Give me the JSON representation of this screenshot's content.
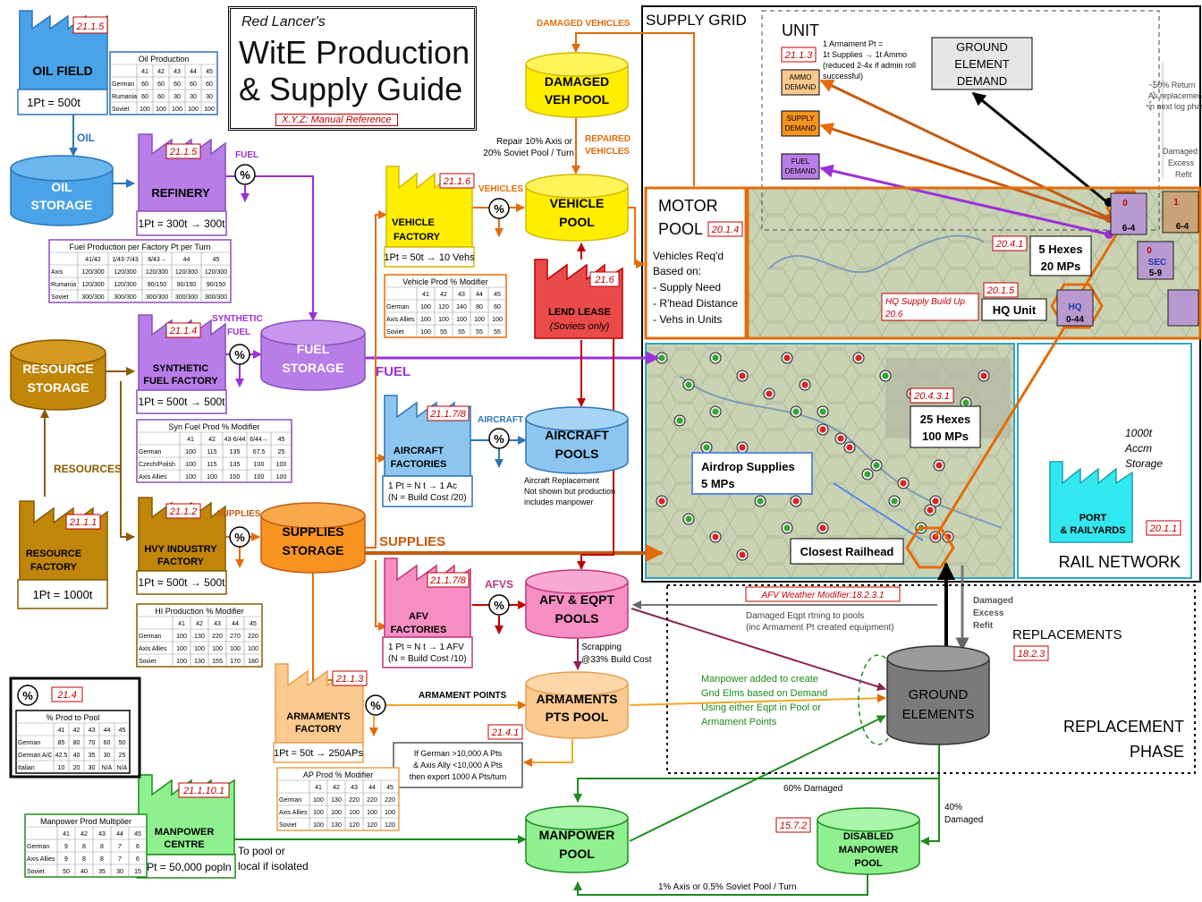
{
  "title": {
    "byline": "Red Lancer's",
    "line1": "WitE Production",
    "line2": "& Supply Guide",
    "reference_note": "X.Y.Z: Manual Reference"
  },
  "nodes": {
    "oil_field": {
      "label": "OIL FIELD",
      "ref": "21.1.5",
      "rate": "1Pt = 500t"
    },
    "oil_storage": {
      "label1": "OIL",
      "label2": "STORAGE"
    },
    "refinery": {
      "label": "REFINERY",
      "ref": "21.1.5",
      "rate": "1Pt = 300t → 300t"
    },
    "resource_storage": {
      "label1": "RESOURCE",
      "label2": "STORAGE"
    },
    "synthetic_fuel_factory": {
      "label1": "SYNTHETIC",
      "label2": "FUEL FACTORY",
      "ref": "21.1.4",
      "rate": "1Pt = 500t → 500t"
    },
    "fuel_storage": {
      "label1": "FUEL",
      "label2": "STORAGE"
    },
    "resource_factory": {
      "label1": "RESOURCE",
      "label2": "FACTORY",
      "ref": "21.1.1",
      "rate": "1Pt = 1000t"
    },
    "hvy_industry_factory": {
      "label1": "HVY INDUSTRY",
      "label2": "FACTORY",
      "ref": "21.1.2",
      "rate": "1Pt = 500t → 500t"
    },
    "supplies_storage": {
      "label1": "SUPPLIES",
      "label2": "STORAGE"
    },
    "armaments_factory": {
      "label1": "ARMAMENTS",
      "label2": "FACTORY",
      "ref": "21.1.3",
      "rate": "1Pt = 50t → 250APs"
    },
    "manpower_centre": {
      "label1": "MANPOWER",
      "label2": "CENTRE",
      "ref": "21.1.10.1",
      "rate": "1Pt = 50,000 popln"
    },
    "vehicle_factory": {
      "label1": "VEHICLE",
      "label2": "FACTORY",
      "ref": "21.1.6",
      "rate": "1Pt = 50t → 10 Vehs"
    },
    "damaged_veh_pool": {
      "label1": "DAMAGED",
      "label2": "VEH POOL"
    },
    "vehicle_pool": {
      "label1": "VEHICLE",
      "label2": "POOL"
    },
    "lend_lease": {
      "label1": "LEND LEASE",
      "label2": "(Soviets only)",
      "ref": "21.6"
    },
    "aircraft_factories": {
      "label1": "AIRCRAFT",
      "label2": "FACTORIES",
      "ref": "21.1.7/8",
      "rate1": "1 Pt = N t → 1 Ac",
      "rate2": "(N = Build Cost /20)"
    },
    "aircraft_pools": {
      "label1": "AIRCRAFT",
      "label2": "POOLS"
    },
    "afv_factories": {
      "label1": "AFV",
      "label2": "FACTORIES",
      "ref": "21.1.7/8",
      "rate1": "1 Pt = N t → 1 AFV",
      "rate2": "(N = Build Cost /10)"
    },
    "afv_eqpt_pools": {
      "label1": "AFV & EQPT",
      "label2": "POOLS"
    },
    "armaments_pts_pool": {
      "label1": "ARMAMENTS",
      "label2": "PTS POOL"
    },
    "manpower_pool": {
      "label1": "MANPOWER",
      "label2": "POOL"
    },
    "disabled_manpower_pool": {
      "label1": "DISABLED",
      "label2": "MANPOWER",
      "label3": "POOL",
      "ref": "15.7.2"
    },
    "ground_elements": {
      "label1": "GROUND",
      "label2": "ELEMENTS"
    },
    "port_railyards": {
      "label1": "PORT",
      "label2": "& RAILYARDS",
      "ref": "20.1.1"
    }
  },
  "flow_labels": {
    "oil": "OIL",
    "fuel_small": "FUEL",
    "synthetic": "SYNTHETIC",
    "synthetic_fuel": "FUEL",
    "fuel_big": "FUEL",
    "resources": "RESOURCES",
    "supplies_small": "SUPPLIES",
    "supplies_big": "SUPPLIES",
    "vehicles": "VEHICLES",
    "aircraft": "AIRCRAFT",
    "afvs": "AFVS",
    "armament_points": "ARMAMENT POINTS",
    "damaged_vehicles": "DAMAGED VEHICLES",
    "repaired_1": "REPAIRED",
    "repaired_2": "VEHICLES",
    "repair_1": "Repair 10% Axis or",
    "repair_2": "20% Soviet Pool / Turn",
    "to_pool_1": "To pool or",
    "to_pool_2": "local if isolated",
    "percent_symbol": "%"
  },
  "notes": {
    "aircraft_repl_1": "Aircraft Replacement",
    "aircraft_repl_2": "Not shown but production",
    "aircraft_repl_3": "includes manpower",
    "scrapping_1": "Scrapping",
    "scrapping_2": "@33% Build Cost",
    "export_ref": "21.4.1",
    "export_1": "If German >10,000 A Pts",
    "export_2": "& Axis Ally <10,000 A Pts",
    "export_3": "then export 1000 A Pts/turn",
    "afv_weather": "AFV Weather Modifier:18.2.3.1",
    "damaged_eqpt_1": "Damaged Eqpt rtning to pools",
    "damaged_eqpt_2": "(inc Armament Pt created equipment)",
    "manpower_added_1": "Manpower added to create",
    "manpower_added_2": "Gnd Elms based on Demand",
    "manpower_added_3": "Using either Eqpt in Pool or",
    "manpower_added_4": "Armament Points",
    "sixty_damaged": "60% Damaged",
    "forty_1": "40%",
    "forty_2": "Damaged",
    "one_percent": "1% Axis or 0.5% Soviet Pool / Turn",
    "damaged_excess_1": "Damaged",
    "damaged_excess_2": "Excess",
    "damaged_excess_3": "Refit",
    "replacements": "REPLACEMENTS",
    "replacements_ref": "18.2.3",
    "replacement_phase_1": "REPLACEMENT",
    "replacement_phase_2": "PHASE"
  },
  "supply_grid": {
    "title": "SUPPLY GRID",
    "unit_title": "UNIT",
    "unit_ref": "21.1.3",
    "armament_note_1": "1 Armament Pt =",
    "armament_note_2": "1t Supplies → 1t Ammo",
    "armament_note_3": "(reduced 2-4x if admin roll",
    "armament_note_4": "successful)",
    "ammo_1": "AMMO",
    "ammo_2": "DEMAND",
    "supply_1": "SUPPLY",
    "supply_2": "DEMAND",
    "fuel_1": "FUEL",
    "fuel_2": "DEMAND",
    "ground_demand_1": "GROUND",
    "ground_demand_2": "ELEMENT",
    "ground_demand_3": "DEMAND",
    "return_1": "~50% Return",
    "return_2": "As replacement",
    "return_3": "in next log phase",
    "right_damaged_1": "Damaged",
    "right_damaged_2": "Excess",
    "right_damaged_3": "Refit",
    "motor_pool_1": "MOTOR",
    "motor_pool_2": "POOL",
    "motor_pool_ref": "20.1.4",
    "motor_lines": [
      "Vehicles Req'd",
      "Based on:",
      "- Supply Need",
      "- R'head Distance",
      "- Vehs in Units"
    ],
    "hexes_ref": "20.4.1",
    "hexes_1": "5 Hexes",
    "hexes_2": "20 MPs",
    "hq_ref": "20.1.5",
    "hq_unit": "HQ Unit",
    "hq_buildup_1": "HQ Supply Build Up",
    "hq_buildup_2": "20.6",
    "rail_ref": "20.4.3.1",
    "rail_1": "25 Hexes",
    "rail_2": "100 MPs",
    "airdrop_1": "Airdrop Supplies",
    "airdrop_2": "5 MPs",
    "closest_railhead": "Closest Railhead",
    "accm_1": "1000t",
    "accm_2": "Accm",
    "accm_3": "Storage",
    "rail_network": "RAIL NETWORK",
    "counter_1_top": "0",
    "counter_1_bottom": "6-4",
    "counter_2_top": "0",
    "counter_2_mid": "SEC",
    "counter_2_bottom": "5-9",
    "counter_3_mid": "HQ",
    "counter_3_bottom": "0-44",
    "counter_4_top": "1",
    "counter_4_bottom": "6-4"
  },
  "tables": {
    "oil": {
      "title": "Oil Production",
      "headers": [
        "",
        "41",
        "42",
        "43",
        "44",
        "45"
      ],
      "rows": [
        [
          "German",
          "60",
          "60",
          "60",
          "60",
          "60"
        ],
        [
          "Rumania",
          "60",
          "60",
          "30",
          "30",
          "30"
        ],
        [
          "Soviet",
          "100",
          "100",
          "100",
          "100",
          "100"
        ]
      ]
    },
    "fuel": {
      "title": "Fuel Production per Factory Pt per Turn",
      "headers": [
        "",
        "41/42",
        "1/43-7/43",
        "8/43→",
        "44",
        "45"
      ],
      "rows": [
        [
          "Axis",
          "120/300",
          "120/300",
          "120/300",
          "120/300",
          "120/300"
        ],
        [
          "Rumania",
          "120/300",
          "120/300",
          "90/150",
          "90/150",
          "90/150"
        ],
        [
          "Soviet",
          "300/300",
          "300/300",
          "300/300",
          "300/300",
          "300/300"
        ]
      ]
    },
    "synfuel": {
      "title": "Syn Fuel Prod % Modifier",
      "headers": [
        "",
        "41",
        "42",
        "43-6/44",
        "6/44→",
        "45"
      ],
      "rows": [
        [
          "German",
          "100",
          "115",
          "135",
          "67.5",
          "25"
        ],
        [
          "Czech/Polish",
          "100",
          "115",
          "135",
          "100",
          "100"
        ],
        [
          "Axis Allies",
          "100",
          "100",
          "100",
          "100",
          "100"
        ]
      ]
    },
    "hi": {
      "title": "HI Production % Modifier",
      "headers": [
        "",
        "41",
        "42",
        "43",
        "44",
        "45"
      ],
      "rows": [
        [
          "German",
          "100",
          "130",
          "220",
          "270",
          "220"
        ],
        [
          "Axis Allies",
          "100",
          "100",
          "100",
          "100",
          "100"
        ],
        [
          "Soviet",
          "100",
          "130",
          "155",
          "170",
          "180"
        ]
      ]
    },
    "vehicle": {
      "title": "Vehicle Prod % Modifier",
      "headers": [
        "",
        "41",
        "42",
        "43",
        "44",
        "45"
      ],
      "rows": [
        [
          "German",
          "100",
          "120",
          "140",
          "80",
          "60"
        ],
        [
          "Axis Allies",
          "100",
          "100",
          "100",
          "100",
          "100"
        ],
        [
          "Soviet",
          "100",
          "55",
          "55",
          "55",
          "55"
        ]
      ]
    },
    "ap": {
      "title": "AP Prod % Modifier",
      "headers": [
        "",
        "41",
        "42",
        "43",
        "44",
        "45"
      ],
      "rows": [
        [
          "German",
          "100",
          "130",
          "220",
          "220",
          "220"
        ],
        [
          "Axis Allies",
          "100",
          "100",
          "100",
          "100",
          "100"
        ],
        [
          "Soviet",
          "100",
          "130",
          "120",
          "120",
          "120"
        ]
      ]
    },
    "manpower": {
      "title": "Manpower Prod Multiplier",
      "headers": [
        "",
        "41",
        "42",
        "43",
        "44",
        "45"
      ],
      "rows": [
        [
          "German",
          "9",
          "8",
          "8",
          "7",
          "6"
        ],
        [
          "Axis Allies",
          "9",
          "8",
          "8",
          "7",
          "6"
        ],
        [
          "Soviet",
          "50",
          "40",
          "35",
          "30",
          "15"
        ]
      ]
    },
    "percent": {
      "ref": "21.4",
      "title": "% Prod to Pool",
      "headers": [
        "",
        "41",
        "42",
        "43",
        "44",
        "45"
      ],
      "rows": [
        [
          "German",
          "85",
          "80",
          "70",
          "60",
          "50"
        ],
        [
          "German A/C",
          "42.5",
          "40",
          "35",
          "30",
          "25"
        ],
        [
          "Italian",
          "10",
          "20",
          "30",
          "N/A",
          "N/A"
        ]
      ]
    }
  },
  "colors": {
    "oil": "#4aa3e8",
    "fuel": "#b87de6",
    "resource": "#c0860a",
    "supplies": "#f7931e",
    "vehicle": "#ffee00",
    "aircraft": "#8cc6f0",
    "afv": "#f58fc3",
    "armaments": "#fcc98f",
    "manpower": "#8ef08e",
    "ground": "#7a7a7a",
    "lend_lease": "#ea4a4a",
    "port": "#32e8f0",
    "ref_red": "#c00000"
  }
}
